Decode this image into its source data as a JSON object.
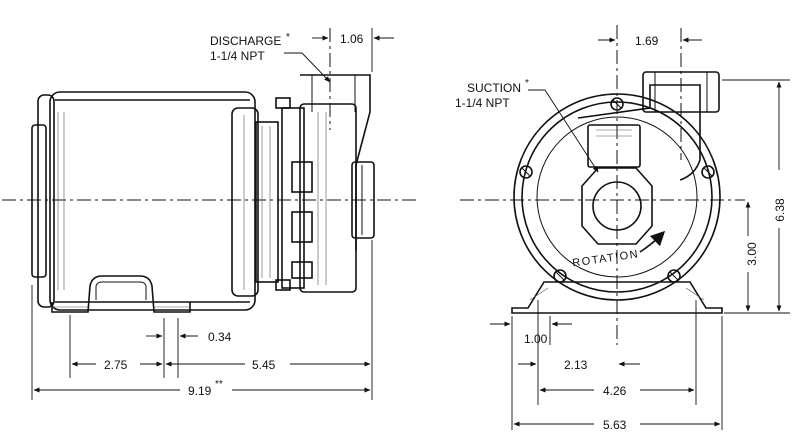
{
  "side_view": {
    "discharge_label": "DISCHARGE",
    "discharge_mark": "*",
    "discharge_size": "1-1/4 NPT",
    "dim_discharge_offset": "1.06",
    "dim_foot_slot": "0.34",
    "dim_foot_to_port": "2.75",
    "dim_port_to_end": "5.45",
    "dim_overall_length": "9.19",
    "dim_overall_mark": "**"
  },
  "end_view": {
    "suction_label": "SUCTION",
    "suction_mark": "*",
    "suction_size": "1-1/4 NPT",
    "rotation_label": "ROTATION",
    "dim_discharge_offset": "1.69",
    "dim_overall_height": "6.38",
    "dim_center_height": "3.00",
    "dim_foot_hole": "1.00",
    "dim_half_bolt_spacing": "2.13",
    "dim_bolt_spacing": "4.26",
    "dim_base_width": "5.63"
  }
}
